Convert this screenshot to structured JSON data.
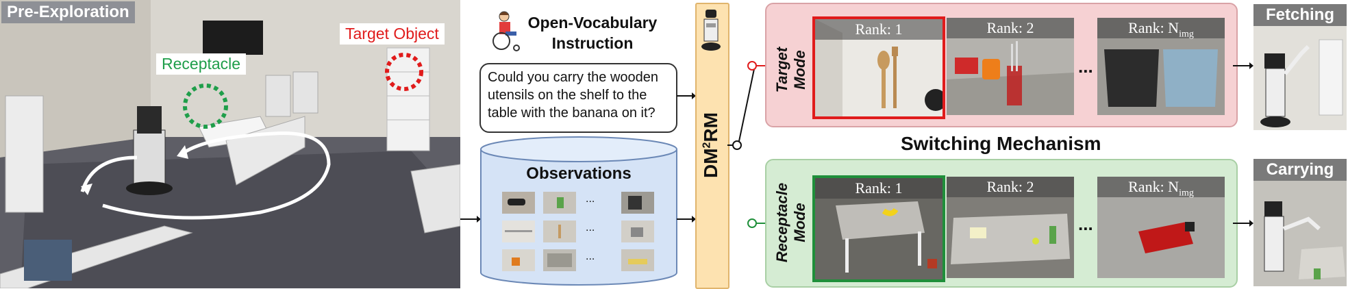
{
  "scene": {
    "title": "Pre-Exploration",
    "receptacle_label": "Receptacle",
    "target_label": "Target Object",
    "colors": {
      "receptacle": "#1f9e4a",
      "target": "#e01b1b"
    }
  },
  "instruction": {
    "title_line1": "Open-Vocabulary",
    "title_line2": "Instruction",
    "text": "Could you carry the wooden utensils on the shelf to the table with the banana on it?",
    "person_icon": "wheelchair-user-icon"
  },
  "observations": {
    "label": "Observations",
    "dots": "...",
    "rows": [
      [
        "tool-photo",
        "banana-photo",
        "robot-photo"
      ],
      [
        "shelf-photo",
        "hallway-photo",
        "room-photo"
      ],
      [
        "cup-photo",
        "shelf-photo-2",
        "table-photo"
      ]
    ]
  },
  "model": {
    "label_prefix": "DM",
    "label_sup": "2",
    "label_suffix": "RM",
    "robot_icon": "robot-icon"
  },
  "switching": {
    "label": "Switching Mechanism"
  },
  "target_mode": {
    "label_line1": "Target",
    "label_line2": "Mode",
    "ranks": [
      "Rank:  1",
      "Rank:  2",
      "Rank:  N"
    ],
    "rank_sub": "img",
    "ellipsis": "...",
    "accent": "#e01b1b"
  },
  "receptacle_mode": {
    "label_line1": "Receptacle",
    "label_line2": "Mode",
    "ranks": [
      "Rank:  1",
      "Rank:  2",
      "Rank:  N"
    ],
    "rank_sub": "img",
    "ellipsis": "...",
    "accent": "#1f8f3a"
  },
  "outputs": {
    "fetching": "Fetching",
    "carrying": "Carrying"
  }
}
